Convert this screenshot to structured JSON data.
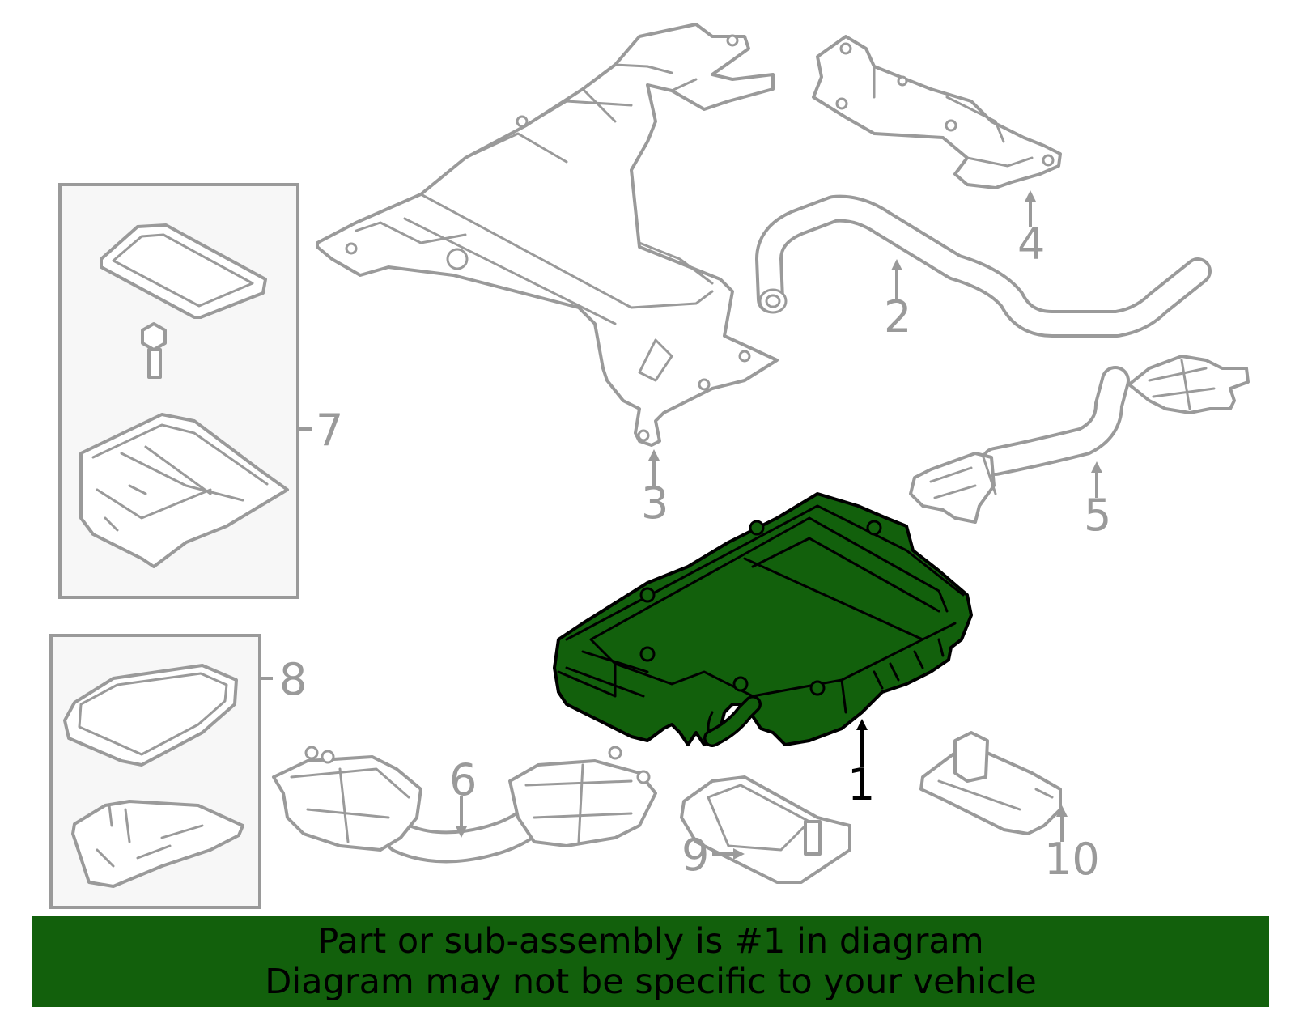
{
  "diagram": {
    "callouts": [
      {
        "id": "1",
        "label": "1",
        "highlighted": true
      },
      {
        "id": "2",
        "label": "2",
        "highlighted": false
      },
      {
        "id": "3",
        "label": "3",
        "highlighted": false
      },
      {
        "id": "4",
        "label": "4",
        "highlighted": false
      },
      {
        "id": "5",
        "label": "5",
        "highlighted": false
      },
      {
        "id": "6",
        "label": "6",
        "highlighted": false
      },
      {
        "id": "7",
        "label": "7",
        "highlighted": false
      },
      {
        "id": "8",
        "label": "8",
        "highlighted": false
      },
      {
        "id": "9",
        "label": "9",
        "highlighted": false
      },
      {
        "id": "10",
        "label": "10",
        "highlighted": false
      }
    ],
    "highlight_color": "#12600c",
    "line_color": "#9a9a9a"
  },
  "banner": {
    "line1": "Part or sub-assembly is #1 in diagram",
    "line2": "Diagram may not be specific to your vehicle",
    "background_color": "#12600c"
  }
}
